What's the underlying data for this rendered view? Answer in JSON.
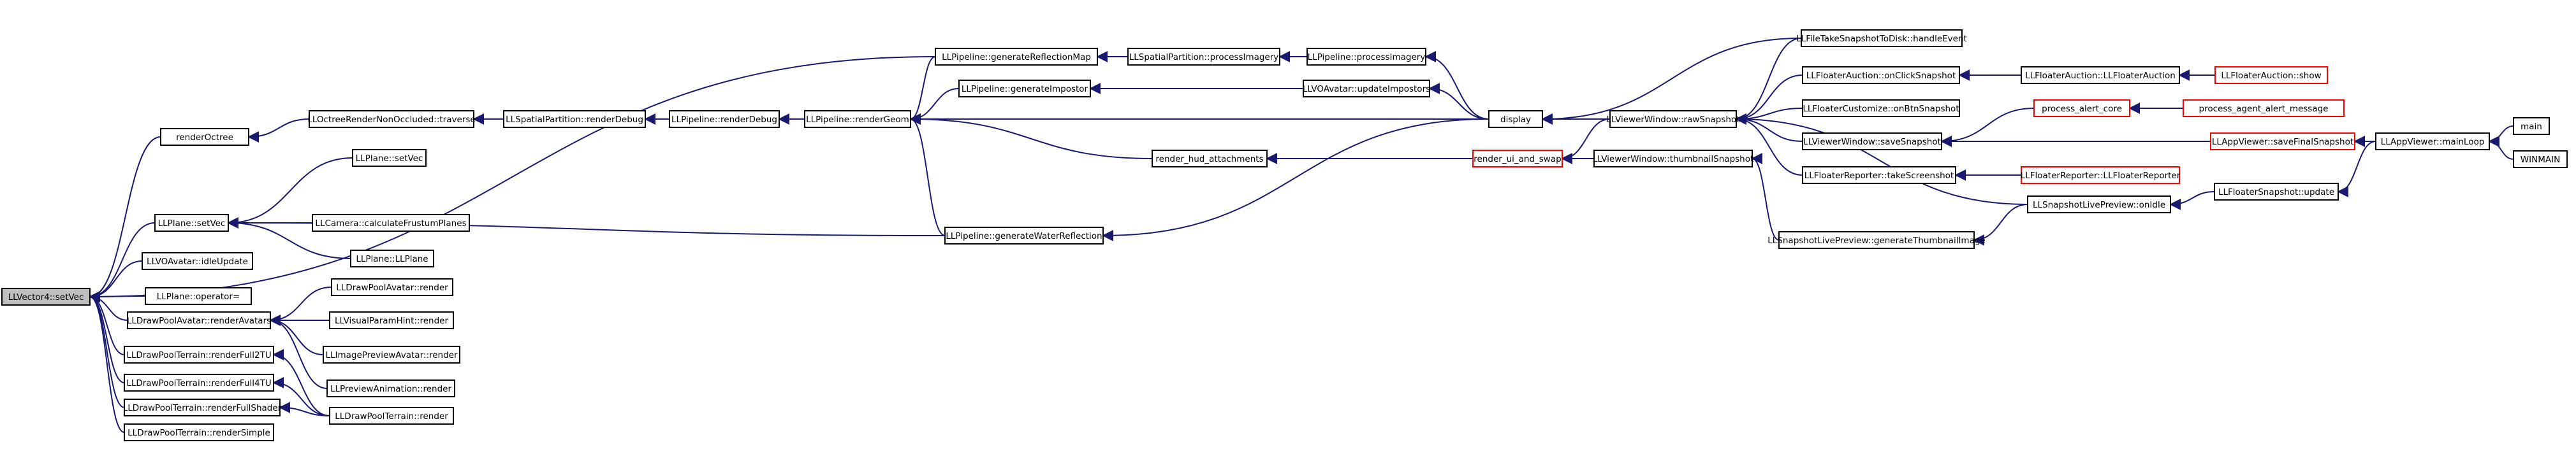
{
  "diagram": {
    "nodes": [
      {
        "id": "root",
        "label": "LLVector4::setVec",
        "root": true
      },
      {
        "id": "renderOctree",
        "label": "renderOctree"
      },
      {
        "id": "llplane_setvec",
        "label": "LLPlane::setVec"
      },
      {
        "id": "llvoavatar_idleupdate",
        "label": "LLVOAvatar::idleUpdate"
      },
      {
        "id": "llplane_operator",
        "label": "LLPlane::operator="
      },
      {
        "id": "drawpoolavatar_renderavatars",
        "label": "LLDrawPoolAvatar::renderAvatars"
      },
      {
        "id": "terrain_full2tu",
        "label": "LLDrawPoolTerrain::renderFull2TU"
      },
      {
        "id": "terrain_full4tu",
        "label": "LLDrawPoolTerrain::renderFull4TU"
      },
      {
        "id": "terrain_fullshader",
        "label": "LLDrawPoolTerrain::renderFullShader"
      },
      {
        "id": "terrain_simple",
        "label": "LLDrawPoolTerrain::renderSimple"
      },
      {
        "id": "octree_traverse",
        "label": "LLOctreeRenderNonOccluded::traverse"
      },
      {
        "id": "llplane_setvec2",
        "label": "LLPlane::setVec"
      },
      {
        "id": "camera_frustum",
        "label": "LLCamera::calculateFrustumPlanes"
      },
      {
        "id": "llplane_llplane",
        "label": "LLPlane::LLPlane"
      },
      {
        "id": "drawpoolavatar_render",
        "label": "LLDrawPoolAvatar::render"
      },
      {
        "id": "visualparamhint_render",
        "label": "LLVisualParamHint::render"
      },
      {
        "id": "imagepreviewavatar_render",
        "label": "LLImagePreviewAvatar::render"
      },
      {
        "id": "previewanimation_render",
        "label": "LLPreviewAnimation::render"
      },
      {
        "id": "drawpoolterrain_render",
        "label": "LLDrawPoolTerrain::render"
      },
      {
        "id": "spatialpartition_renderdebug",
        "label": "LLSpatialPartition::renderDebug"
      },
      {
        "id": "pipeline_renderdebug",
        "label": "LLPipeline::renderDebug"
      },
      {
        "id": "pipeline_rendergeom",
        "label": "LLPipeline::renderGeom"
      },
      {
        "id": "pipeline_genreflectionmap",
        "label": "LLPipeline::generateReflectionMap"
      },
      {
        "id": "pipeline_genimpostor",
        "label": "LLPipeline::generateImpostor"
      },
      {
        "id": "render_hud_attachments",
        "label": "render_hud_attachments"
      },
      {
        "id": "pipeline_genwaterreflection",
        "label": "LLPipeline::generateWaterReflection"
      },
      {
        "id": "spatialpartition_processimagery",
        "label": "LLSpatialPartition::processImagery"
      },
      {
        "id": "pipeline_processimagery",
        "label": "LLPipeline::processImagery"
      },
      {
        "id": "voavatar_updateimpostors",
        "label": "LLVOAvatar::updateImpostors"
      },
      {
        "id": "display",
        "label": "display"
      },
      {
        "id": "render_ui_and_swap",
        "label": "render_ui_and_swap",
        "red": true
      },
      {
        "id": "viewerwindow_rawsnapshot",
        "label": "LLViewerWindow::rawSnapshot"
      },
      {
        "id": "viewerwindow_thumbnailsnapshot",
        "label": "LLViewerWindow::thumbnailSnapshot"
      },
      {
        "id": "filetakesnapshot_handleevent",
        "label": "LLFileTakeSnapshotToDisk::handleEvent"
      },
      {
        "id": "floaterauction_onclicksnapshot",
        "label": "LLFloaterAuction::onClickSnapshot"
      },
      {
        "id": "floatercustomize_onbtnsnapshot",
        "label": "LLFloaterCustomize::onBtnSnapshot"
      },
      {
        "id": "viewerwindow_savesnapshot",
        "label": "LLViewerWindow::saveSnapshot"
      },
      {
        "id": "floaterreporter_takescreenshot",
        "label": "LLFloaterReporter::takeScreenshot"
      },
      {
        "id": "snapshotlivepreview_ondle",
        "label": "LLSnapshotLivePreview::onIdle"
      },
      {
        "id": "snapshotlivepreview_genthumb",
        "label": "LLSnapshotLivePreview::generateThumbnailImage"
      },
      {
        "id": "floaterauction_llfloaterauction",
        "label": "LLFloaterAuction::LLFloaterAuction"
      },
      {
        "id": "floaterauction_show",
        "label": "LLFloaterAuction::show",
        "red": true
      },
      {
        "id": "process_alert_core",
        "label": "process_alert_core",
        "red": true
      },
      {
        "id": "process_agent_alert_message",
        "label": "process_agent_alert_message",
        "red": true
      },
      {
        "id": "appviewer_savefinalsnapshot",
        "label": "LLAppViewer::saveFinalSnapshot",
        "red": true
      },
      {
        "id": "floaterreporter_llfloaterreporter",
        "label": "LLFloaterReporter::LLFloaterReporter",
        "red": true
      },
      {
        "id": "floatersnapshot_update",
        "label": "LLFloaterSnapshot::update"
      },
      {
        "id": "appviewer_mainloop",
        "label": "LLAppViewer::mainLoop"
      },
      {
        "id": "main",
        "label": "main"
      },
      {
        "id": "winmain",
        "label": "WINMAIN"
      }
    ]
  }
}
